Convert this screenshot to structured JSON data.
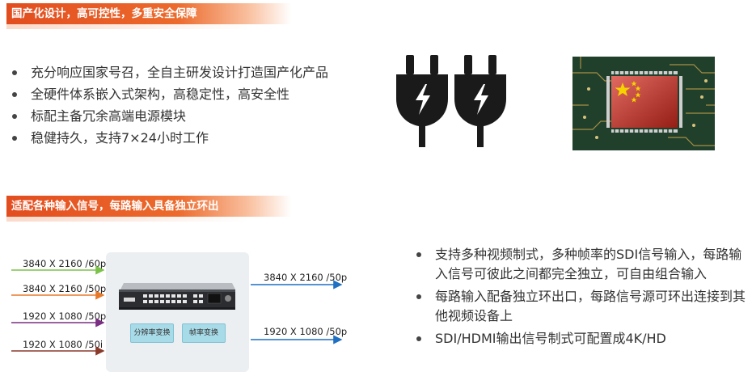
{
  "section1": {
    "title": "国产化设计，高可控性，多重安全保障",
    "bullets": [
      "充分响应国家号召，全自主研发设计打造国产化产品",
      "全硬件体系嵌入式架构，高稳定性，高安全性",
      "标配主备冗余高端电源模块",
      "稳健持久，支持7×24小时工作"
    ],
    "icons": [
      "power-plug-icon",
      "power-plug-icon",
      "china-chip-image"
    ]
  },
  "section2": {
    "title": "适配各种输入信号，每路输入具备独立环出",
    "inputs": [
      {
        "label": "3840 X 2160 /60p",
        "color": "#7cc24a"
      },
      {
        "label": "3840 X 2160 /50p",
        "color": "#e8792a"
      },
      {
        "label": "1920 X 1080 /50p",
        "color": "#7a2d82"
      },
      {
        "label": "1920 X 1080 /50i",
        "color": "#8b3a2a"
      }
    ],
    "outputs": [
      {
        "label": "3840 X 2160 /50p",
        "color": "#1f6fc2"
      },
      {
        "label": "1920 X 1080 /50p",
        "color": "#1f6fc2"
      }
    ],
    "buttons": [
      "分辨率变换",
      "帧率变换"
    ],
    "bullets": [
      "支持多种视频制式，多种帧率的SDI信号输入，每路输入信号可彼此之间都完全独立，可自由组合输入",
      "每路输入配备独立环出口，每路信号源可环出连接到其他视频设备上",
      "SDI/HDMI输出信号制式可配置成4K/HD"
    ]
  }
}
